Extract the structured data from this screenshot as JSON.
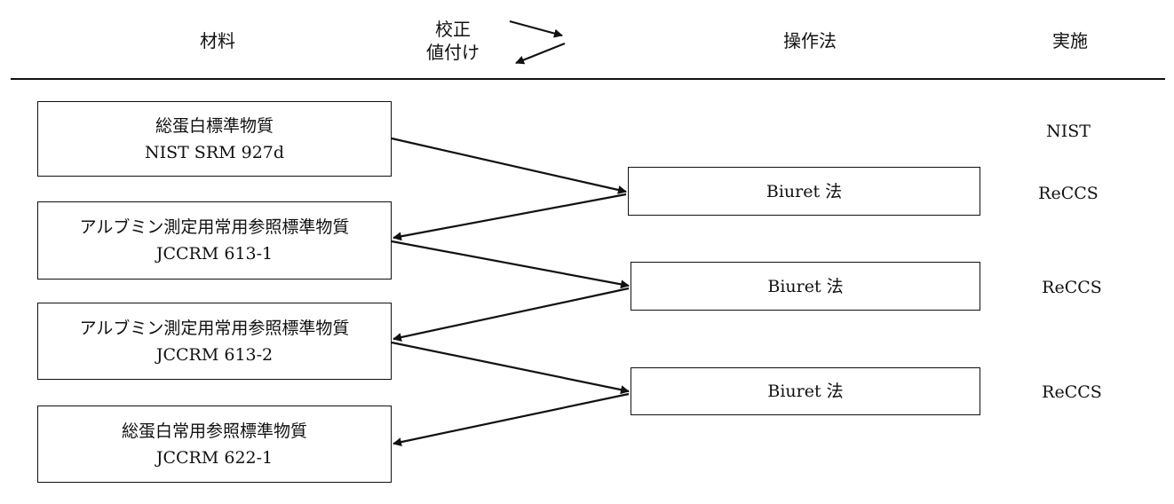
{
  "header": {
    "material": "材料",
    "calibration_top": "校正",
    "calibration_bottom": "値付け",
    "method": "操作法",
    "implementation": "実施"
  },
  "materials": [
    {
      "line1": "総蛋白標準物質",
      "line2": "NIST SRM 927d"
    },
    {
      "line1": "アルブミン測定用常用参照標準物質",
      "line2": "JCCRM 613-1"
    },
    {
      "line1": "アルブミン測定用常用参照標準物質",
      "line2": "JCCRM 613-2"
    },
    {
      "line1": "総蛋白常用参照標準物質",
      "line2": "JCCRM 622-1"
    }
  ],
  "methods": [
    {
      "label": "Biuret 法"
    },
    {
      "label": "Biuret 法"
    },
    {
      "label": "Biuret 法"
    }
  ],
  "implementers": [
    {
      "label": "NIST"
    },
    {
      "label": "ReCCS"
    },
    {
      "label": "ReCCS"
    },
    {
      "label": "ReCCS"
    }
  ],
  "colors": {
    "line": "#111111",
    "background": "#ffffff"
  }
}
